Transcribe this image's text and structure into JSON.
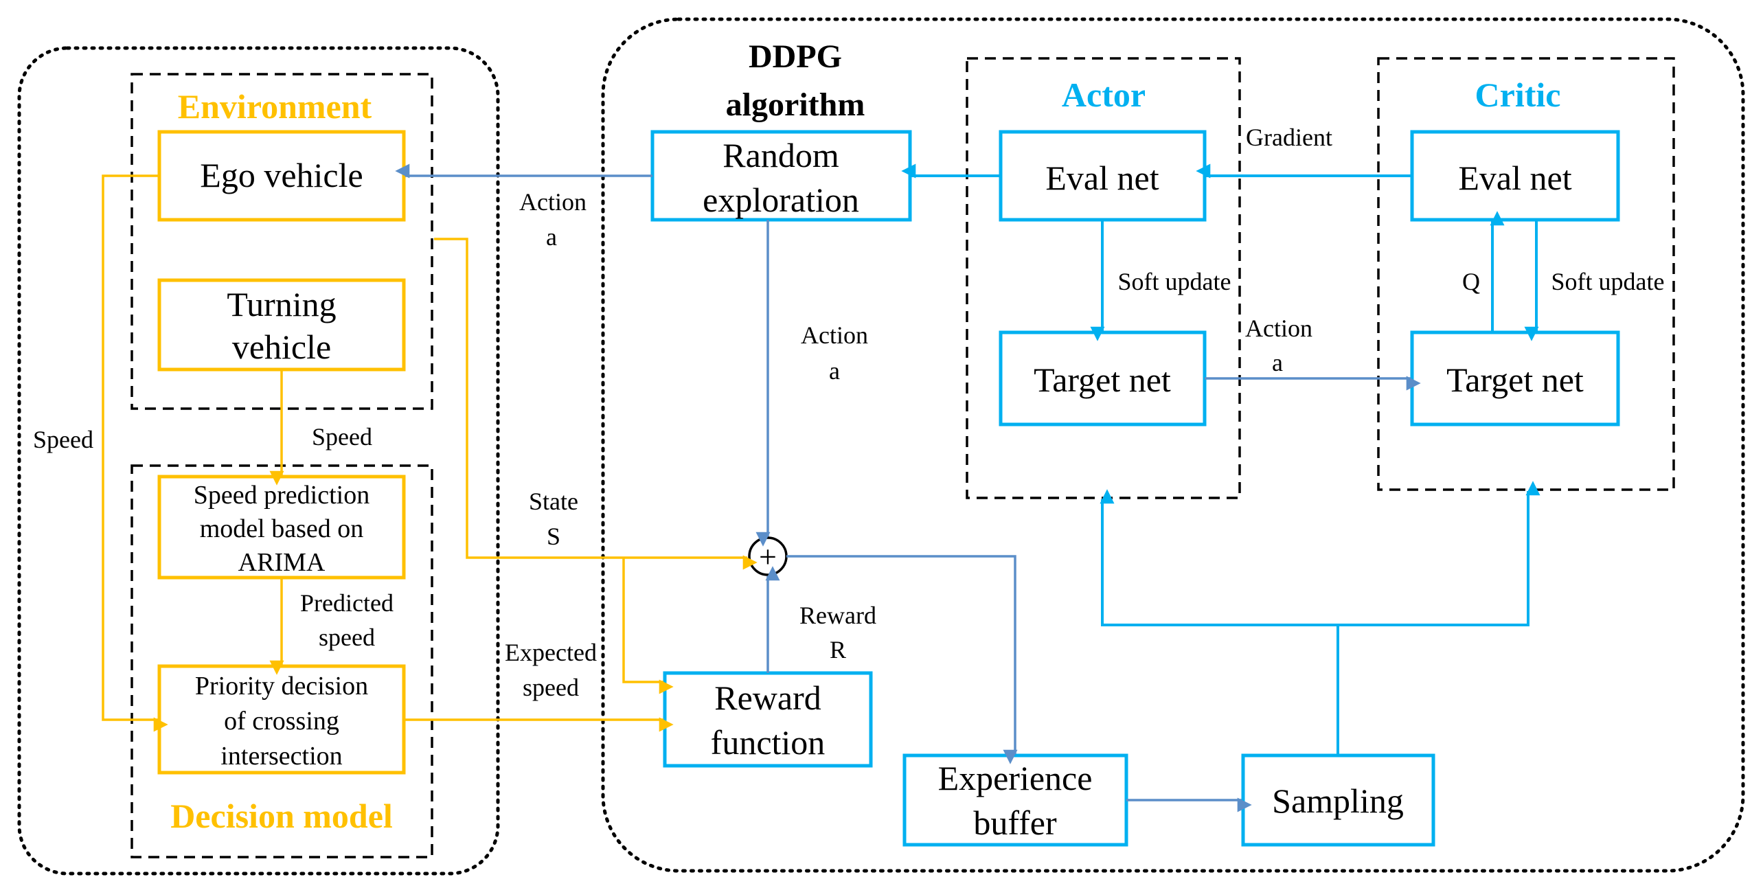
{
  "colors": {
    "orange": "#ffc000",
    "blue": "#00b0f0",
    "steel_blue": "#5b8ec9",
    "black": "#000000"
  },
  "left_panel": {
    "environment": {
      "title": "Environment",
      "ego_vehicle": "Ego vehicle",
      "turning_vehicle": [
        "Turning",
        "vehicle"
      ]
    },
    "decision_model": {
      "title": "Decision model",
      "speed_prediction": [
        "Speed prediction",
        "model based on",
        "ARIMA"
      ],
      "priority_decision": [
        "Priority decision",
        "of crossing",
        "intersection"
      ]
    },
    "labels": {
      "speed_left": "Speed",
      "speed_turning": "Speed",
      "predicted_speed": [
        "Predicted",
        "speed"
      ]
    }
  },
  "right_panel": {
    "title": [
      "DDPG",
      "algorithm"
    ],
    "random_exploration": [
      "Random",
      "exploration"
    ],
    "reward_function": [
      "Reward",
      "function"
    ],
    "experience_buffer": [
      "Experience",
      "buffer"
    ],
    "sampling": "Sampling",
    "actor": {
      "title": "Actor",
      "eval_net": "Eval net",
      "target_net": "Target net",
      "soft_update": "Soft update"
    },
    "critic": {
      "title": "Critic",
      "eval_net": "Eval net",
      "target_net": "Target net",
      "soft_update": "Soft update",
      "q_label": "Q"
    },
    "labels": {
      "gradient": "Gradient",
      "action_to_ego": [
        "Action",
        "a"
      ],
      "action_down": [
        "Action",
        "a"
      ],
      "action_actor_critic": [
        "Action",
        "a"
      ],
      "state": [
        "State",
        "S"
      ],
      "expected_speed": [
        "Expected",
        "speed"
      ],
      "reward": [
        "Reward",
        "R"
      ]
    },
    "sum_symbol": "+"
  }
}
